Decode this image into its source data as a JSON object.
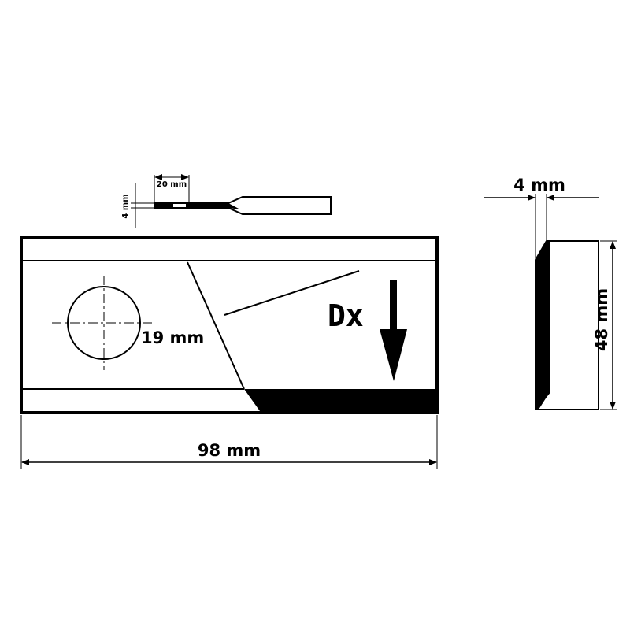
{
  "labels": {
    "profile_length": "20 mm",
    "profile_thickness": "4 mm",
    "side_thickness": "4 mm",
    "hole_diameter": "19 mm",
    "width": "98 mm",
    "height": "48 mm",
    "direction_mark": "Dx"
  }
}
